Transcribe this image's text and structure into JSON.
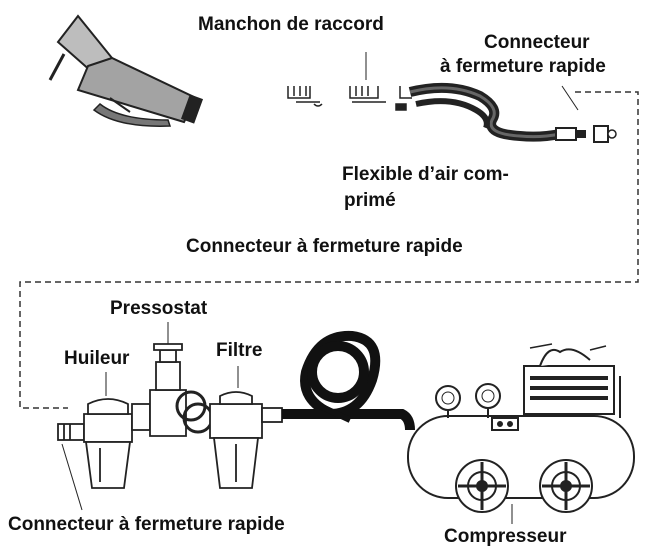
{
  "labels": {
    "manchon": "Manchon de raccord",
    "connecteur_top_line1": "Connecteur",
    "connecteur_top_line2": "à fermeture rapide",
    "flexible_line1": "Flexible d’air com-",
    "flexible_line2": "primé",
    "connecteur_middle": "Connecteur à fermeture rapide",
    "pressostat": "Pressostat",
    "huileur": "Huileur",
    "filtre": "Filtre",
    "connecteur_bottom": "Connecteur à fermeture rapide",
    "compresseur": "Compresseur"
  },
  "colors": {
    "ink": "#111111",
    "line": "#222222",
    "grey_body": "#9a9a9a",
    "light_grey": "#d4d4d4"
  }
}
